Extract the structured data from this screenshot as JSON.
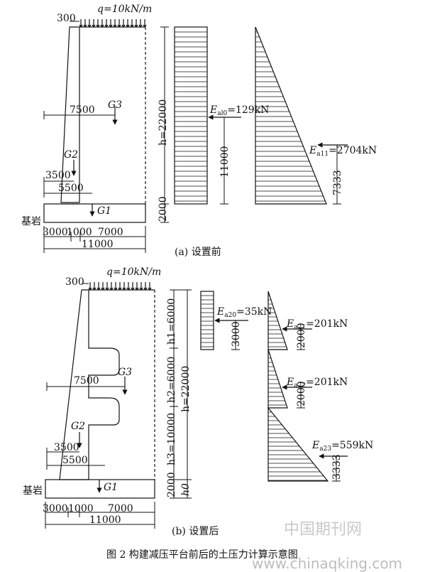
{
  "figure": {
    "panel_a": {
      "caption": "(a)  设置前",
      "load": "q=10kN/m",
      "top_width": "300",
      "height_total": "h=22000",
      "base_height": "2000",
      "dim_7500": "7500",
      "dim_3500": "3500",
      "dim_5500": "5500",
      "g3": "G3",
      "g2": "G2",
      "g1": "G1",
      "bedrock": "基岩",
      "base_dims": [
        "3000",
        "1000",
        "7000"
      ],
      "base_total": "11000",
      "force_top": {
        "label": "E",
        "sub": "al0",
        "value": "=129kN"
      },
      "force_top_arm": "11000",
      "force_tri": {
        "label": "E",
        "sub": "a11",
        "value": "=2704kN"
      },
      "force_tri_arm": "7333"
    },
    "panel_b": {
      "caption": "(b)  设置后",
      "load": "q=10kN/m",
      "top_width": "300",
      "h1": "h1=6000",
      "h2": "h2=6000",
      "h3": "h3=10000",
      "height_total": "h=22000",
      "h0": "h0",
      "base_height": "2000",
      "dim_7500": "7500",
      "dim_3500": "3500",
      "dim_5500": "5500",
      "g3": "G3",
      "g2": "G2",
      "g1": "G1",
      "bedrock": "基岩",
      "base_dims": [
        "3000",
        "1000",
        "7000"
      ],
      "base_total": "11000",
      "force_20": {
        "label": "E",
        "sub": "a20",
        "value": "=35kN"
      },
      "force_20_arm": "3000",
      "force_21": {
        "label": "E",
        "sub": "a21",
        "value": "=201kN"
      },
      "force_21_arm": "2000",
      "force_22": {
        "label": "E",
        "sub": "a22",
        "value": "=201kN"
      },
      "force_22_arm": "2000",
      "force_23": {
        "label": "E",
        "sub": "a23",
        "value": "=559kN"
      },
      "force_23_arm": "3333"
    },
    "caption": "图 2  构建减压平台前后的土压力计算示意图",
    "watermark_cn": "中国期刊网",
    "watermark_url": "www.chinaqking.com"
  }
}
